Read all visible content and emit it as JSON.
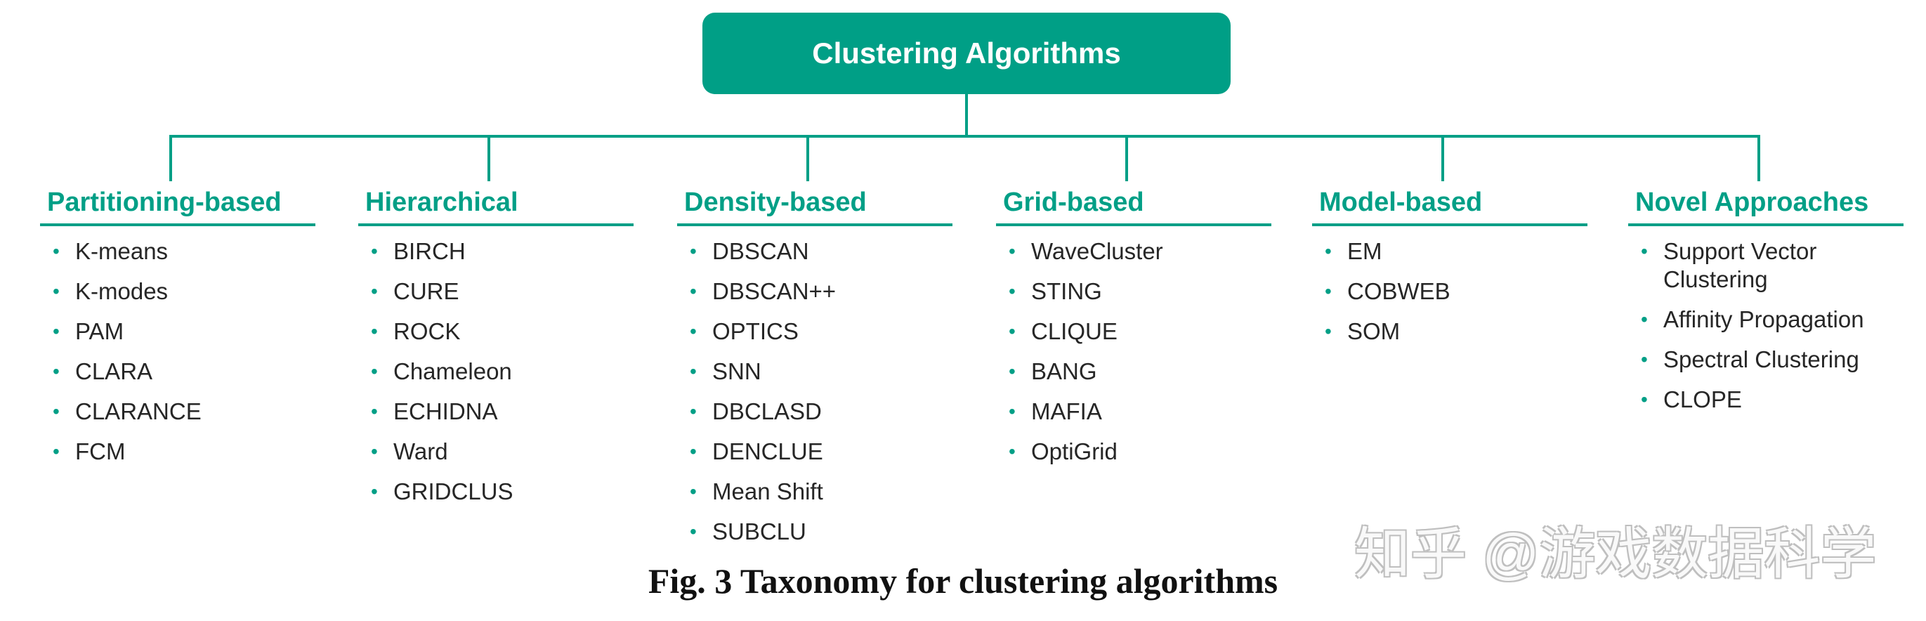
{
  "colors": {
    "accent": "#009f86",
    "text": "#262626"
  },
  "root": {
    "label": "Clustering Algorithms"
  },
  "categories": [
    {
      "title": "Partitioning-based",
      "items": [
        "K-means",
        "K-modes",
        "PAM",
        "CLARA",
        "CLARANCE",
        "FCM"
      ]
    },
    {
      "title": "Hierarchical",
      "items": [
        "BIRCH",
        "CURE",
        "ROCK",
        "Chameleon",
        "ECHIDNA",
        "Ward",
        "GRIDCLUS"
      ]
    },
    {
      "title": "Density-based",
      "items": [
        "DBSCAN",
        "DBSCAN++",
        "OPTICS",
        "SNN",
        "DBCLASD",
        "DENCLUE",
        "Mean Shift",
        "SUBCLU"
      ]
    },
    {
      "title": "Grid-based",
      "items": [
        "WaveCluster",
        "STING",
        "CLIQUE",
        "BANG",
        "MAFIA",
        "OptiGrid"
      ]
    },
    {
      "title": "Model-based",
      "items": [
        "EM",
        "COBWEB",
        "SOM"
      ]
    },
    {
      "title": "Novel Approaches",
      "items": [
        "Support Vector Clustering",
        "Affinity Propagation",
        "Spectral Clustering",
        "CLOPE"
      ]
    }
  ],
  "caption": "Fig. 3 Taxonomy for clustering algorithms",
  "watermark": "知乎 @游戏数据科学"
}
